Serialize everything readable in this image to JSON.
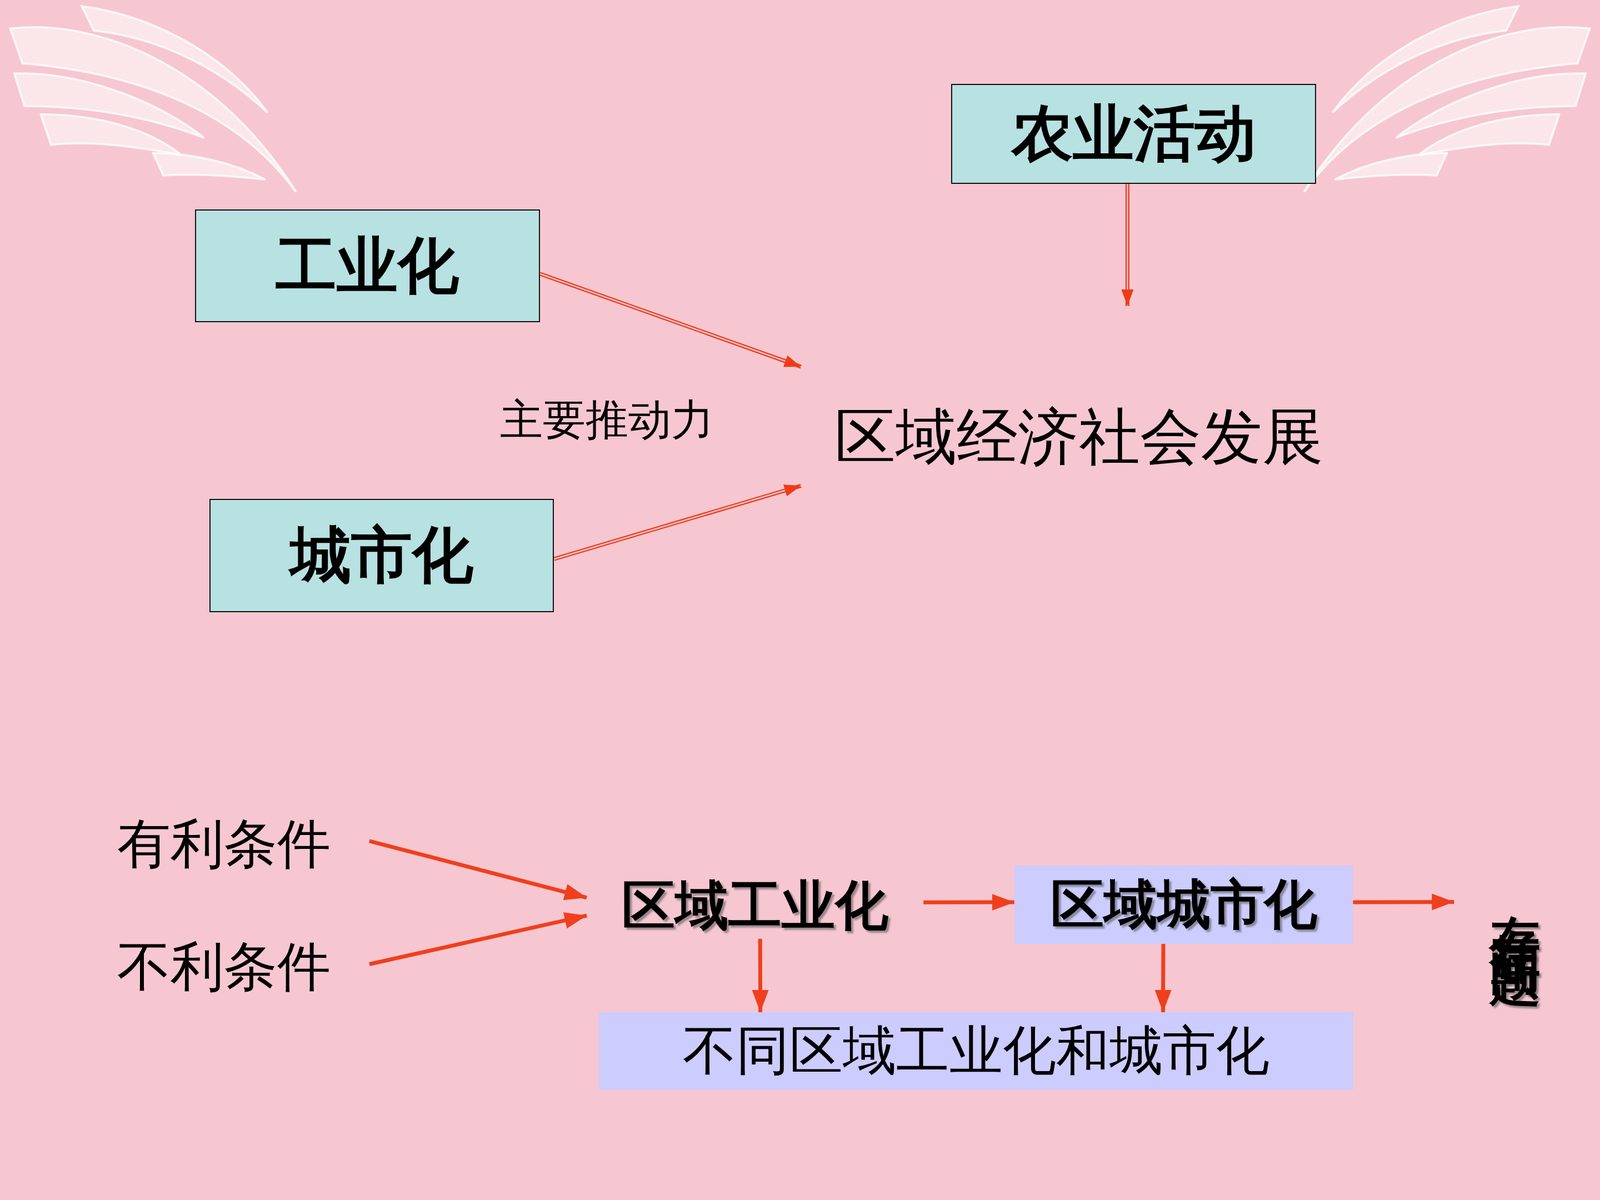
{
  "diagram": {
    "nodes": [
      {
        "text": [
          "农业活动"
        ]
      },
      {
        "text": [
          "工业化"
        ]
      },
      {
        "text": [
          "区域经济社会发展"
        ]
      },
      {
        "text": [
          "城市化"
        ]
      },
      {
        "text": [
          "有利条件"
        ]
      },
      {
        "text": [
          "区域工业化"
        ]
      },
      {
        "text": [
          "区域城市化"
        ]
      },
      {
        "text": [
          "存在问题"
        ]
      },
      {
        "text": [
          "不利条件"
        ]
      },
      {
        "text": [
          "不同区域工业化和城市化"
        ]
      }
    ],
    "edges": [
      {
        "from": 0,
        "to": 2,
        "arrow": "to"
      },
      {
        "from": 1,
        "to": 2,
        "arrow": "to"
      },
      {
        "from": 3,
        "to": 2,
        "arrow": "to"
      },
      {
        "from": 4,
        "to": 5,
        "arrow": "to"
      },
      {
        "from": 8,
        "to": 5,
        "arrow": "to"
      },
      {
        "from": 5,
        "to": 6,
        "arrow": "to"
      },
      {
        "from": 6,
        "to": 7,
        "arrow": "to"
      },
      {
        "from": 5,
        "to": 9,
        "arrow": "to"
      },
      {
        "from": 6,
        "to": 9,
        "arrow": "to"
      }
    ],
    "labels": [
      "主要推动力"
    ]
  }
}
